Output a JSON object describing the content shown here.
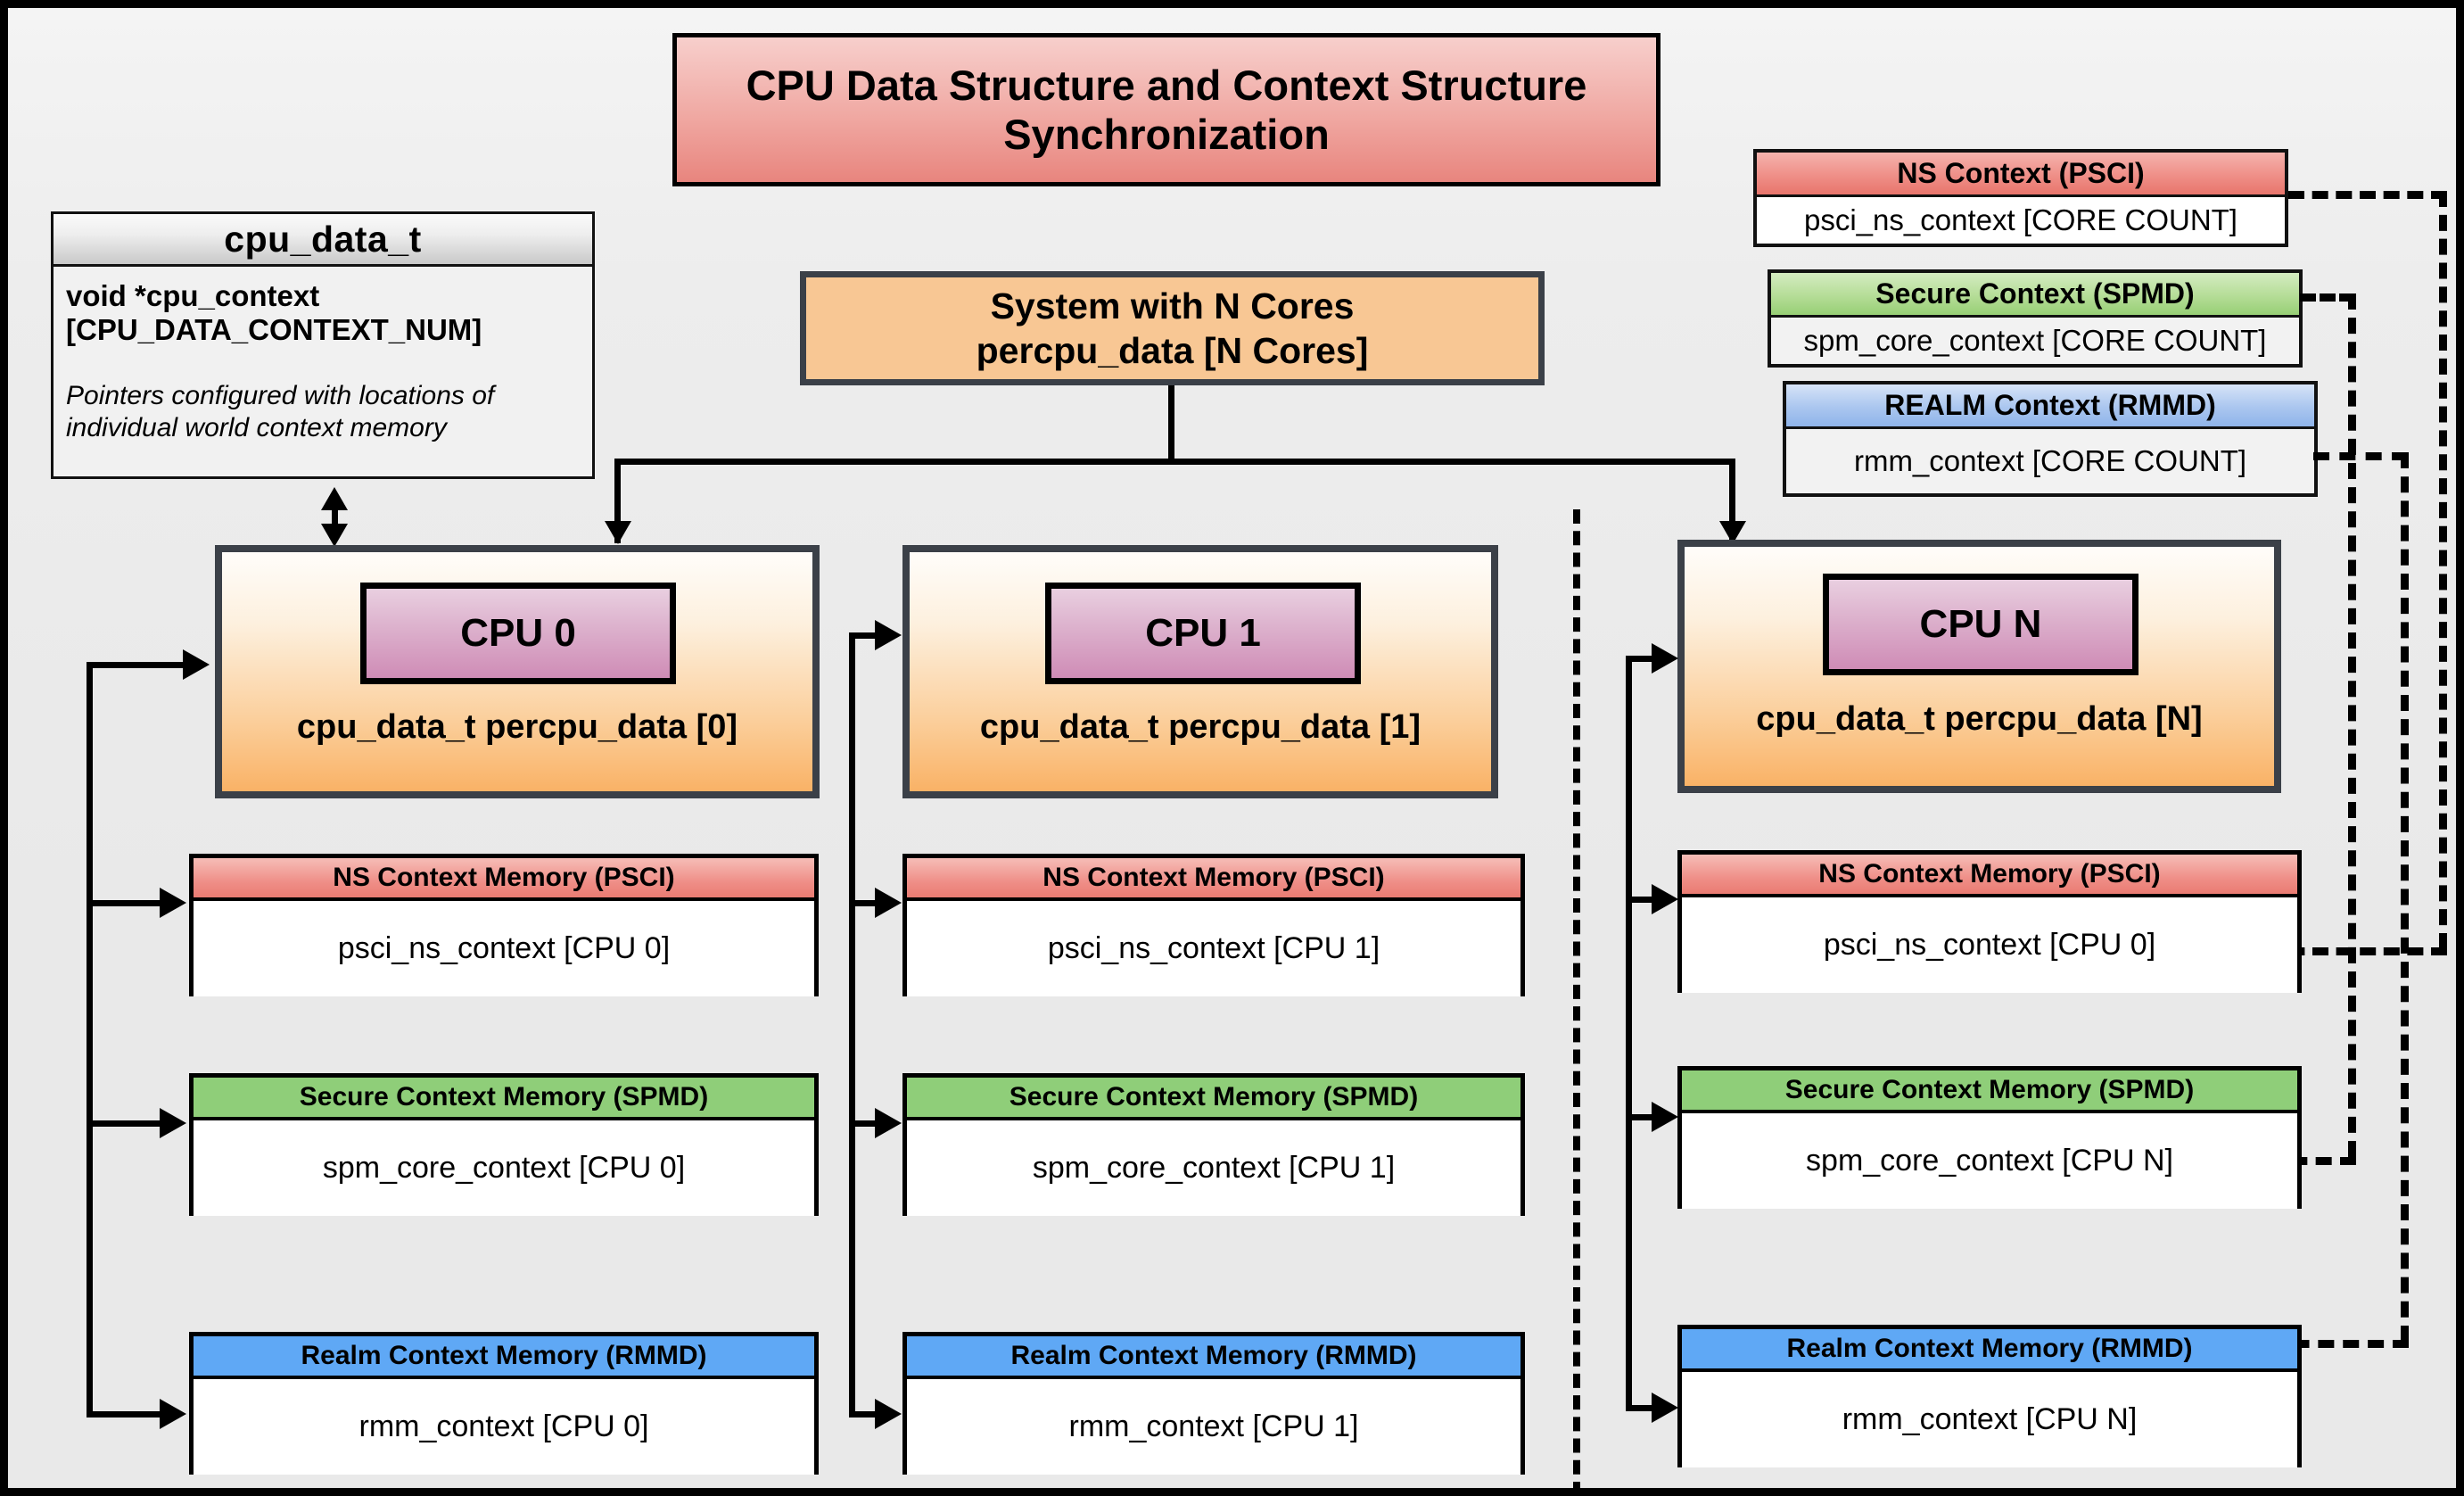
{
  "diagram": {
    "title": "CPU Data Structure and Context Structure Synchronization",
    "background_color": "#ececec",
    "border_color": "#000000"
  },
  "class_box": {
    "name": "cpu_data_t",
    "field": "void  *cpu_context [CPU_DATA_CONTEXT_NUM]",
    "note": "Pointers configured with locations of individual world context memory"
  },
  "system_box": {
    "line1": "System with N Cores",
    "line2": "percpu_data [N Cores]",
    "color": "#f8c794"
  },
  "global_contexts": [
    {
      "header": "NS Context  (PSCI)",
      "body": "psci_ns_context [CORE COUNT]",
      "color": "#ef8f88",
      "icon": "ns-context-global"
    },
    {
      "header": "Secure Context (SPMD)",
      "body": "spm_core_context [CORE COUNT]",
      "color": "#b5dd97",
      "icon": "secure-context-global"
    },
    {
      "header": "REALM Context (RMMD)",
      "body": "rmm_context [CORE COUNT]",
      "color": "#aac6ef",
      "icon": "realm-context-global"
    }
  ],
  "cpus": [
    {
      "badge": "CPU 0",
      "label": "cpu_data_t percpu_data [0]",
      "memories": [
        {
          "header": "NS Context Memory (PSCI)",
          "body": "psci_ns_context [CPU 0]",
          "color": "#ef8f88"
        },
        {
          "header": "Secure Context Memory (SPMD)",
          "body": "spm_core_context [CPU 0]",
          "color": "#8fce79"
        },
        {
          "header": "Realm Context Memory (RMMD)",
          "body": "rmm_context [CPU 0]",
          "color": "#5fa8f5"
        }
      ]
    },
    {
      "badge": "CPU 1",
      "label": "cpu_data_t percpu_data [1]",
      "memories": [
        {
          "header": "NS Context Memory (PSCI)",
          "body": "psci_ns_context [CPU 1]",
          "color": "#ef8f88"
        },
        {
          "header": "Secure Context Memory (SPMD)",
          "body": "spm_core_context [CPU 1]",
          "color": "#8fce79"
        },
        {
          "header": "Realm Context Memory (RMMD)",
          "body": "rmm_context [CPU 1]",
          "color": "#5fa8f5"
        }
      ]
    },
    {
      "badge": "CPU N",
      "label": "cpu_data_t percpu_data [N]",
      "memories": [
        {
          "header": "NS Context Memory (PSCI)",
          "body": "psci_ns_context [CPU 0]",
          "color": "#ef8f88"
        },
        {
          "header": "Secure Context Memory (SPMD)",
          "body": "spm_core_context [CPU N]",
          "color": "#8fce79"
        },
        {
          "header": "Realm Context Memory (RMMD)",
          "body": "rmm_context [CPU N]",
          "color": "#5fa8f5"
        }
      ]
    }
  ]
}
